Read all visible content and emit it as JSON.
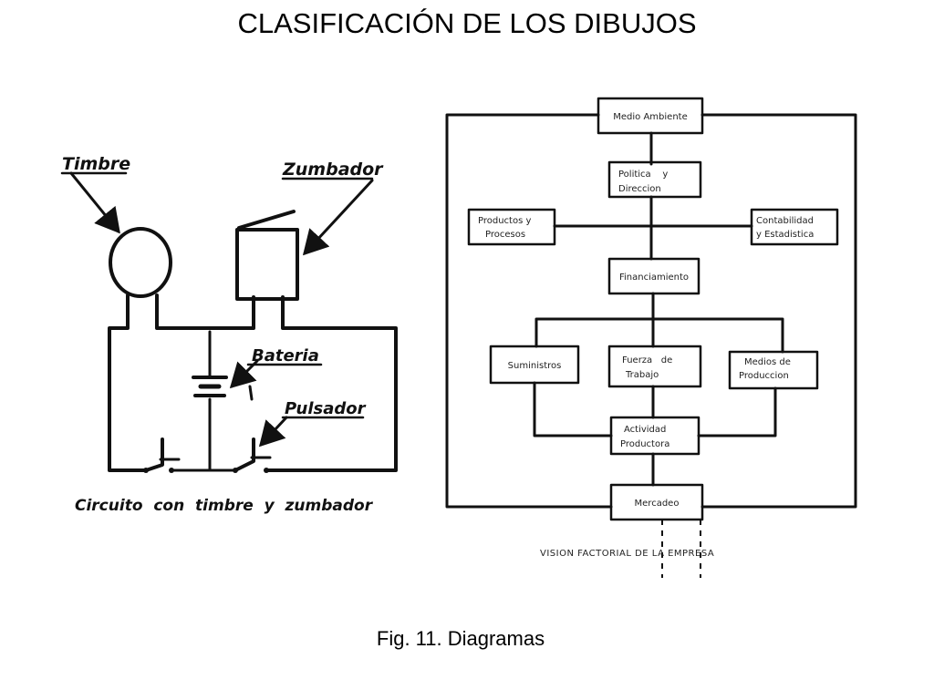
{
  "slide": {
    "title": "CLASIFICACIÓN DE LOS DIBUJOS",
    "caption": "Fig. 11. Diagramas"
  },
  "circuit": {
    "labels": {
      "timbre": "Timbre",
      "zumbador": "Zumbador",
      "bateria": "Bateria",
      "pulsador": "Pulsador"
    },
    "caption": "Circuito  con  timbre  y  zumbador"
  },
  "org_chart": {
    "medio_ambiente": "Medio Ambiente",
    "politica": [
      "Politica    y",
      "Direccion"
    ],
    "productos": [
      "Productos y",
      "Procesos"
    ],
    "contabilidad": [
      "Contabilidad",
      "y Estadistica"
    ],
    "financiamiento": "Financiamiento",
    "suministros": "Suministros",
    "fuerza": [
      "Fuerza   de",
      "Trabajo"
    ],
    "medios": [
      "Medios de",
      "Produccion"
    ],
    "actividad": [
      "Actividad",
      "Productora"
    ],
    "mercadeo": "Mercadeo",
    "caption": "VISION FACTORIAL DE LA EMPRESA"
  }
}
